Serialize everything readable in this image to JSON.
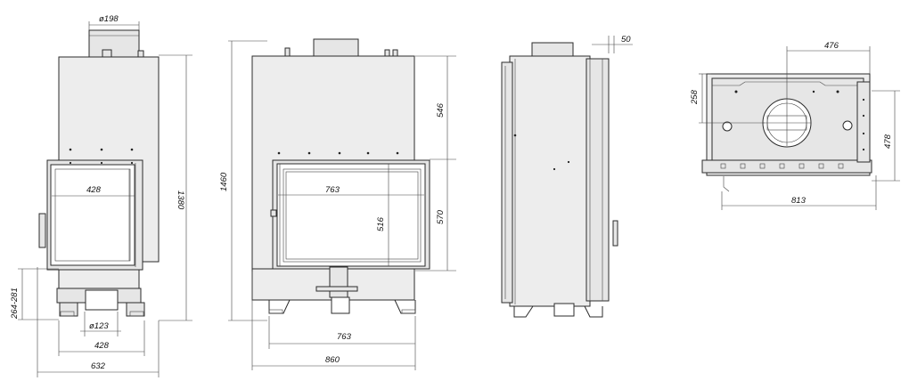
{
  "front_view_left": {
    "flue_diameter": "ø198",
    "outlet_diameter": "ø123",
    "glass_width": "428",
    "base_width": "428",
    "total_width": "632",
    "total_height": "1380",
    "inlet_height": "264-281"
  },
  "front_view_right": {
    "height_to_glass": "546",
    "glass_height_outer": "570",
    "glass_height_inner": "516",
    "glass_width": "763",
    "total_height": "1460",
    "base_width": "763",
    "total_width": "860"
  },
  "side_view": {
    "offset": "50"
  },
  "top_view": {
    "depth_front": "476",
    "offset_height": "258",
    "total_depth": "478",
    "total_width": "813"
  }
}
